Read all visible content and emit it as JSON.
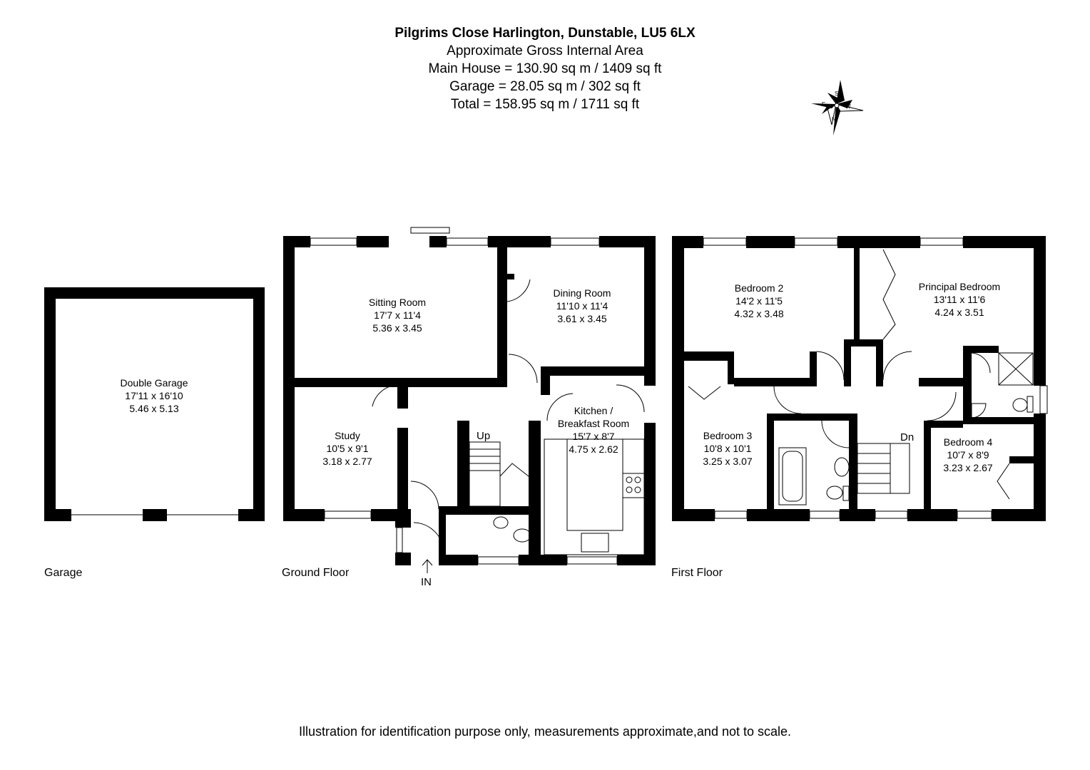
{
  "header": {
    "address": "Pilgrims Close Harlington, Dunstable, LU5 6LX",
    "subtitle": "Approximate Gross Internal Area",
    "main_house": "Main House = 130.90 sq m / 1409 sq ft",
    "garage": "Garage = 28.05 sq m / 302 sq ft",
    "total": "Total = 158.95 sq m / 1711 sq ft"
  },
  "compass": {
    "n": "N",
    "s": "S",
    "e": "E",
    "w": "W"
  },
  "floors": {
    "garage_label": "Garage",
    "ground_label": "Ground Floor",
    "first_label": "First Floor"
  },
  "rooms": {
    "double_garage": {
      "name": "Double Garage",
      "imperial": "17'11 x 16'10",
      "metric": "5.46 x 5.13"
    },
    "sitting_room": {
      "name": "Sitting Room",
      "imperial": "17'7 x 11'4",
      "metric": "5.36 x 3.45"
    },
    "dining_room": {
      "name": "Dining Room",
      "imperial": "11'10 x 11'4",
      "metric": "3.61 x 3.45"
    },
    "study": {
      "name": "Study",
      "imperial": "10'5 x 9'1",
      "metric": "3.18 x 2.77"
    },
    "kitchen": {
      "name": "Kitchen /",
      "name2": "Breakfast Room",
      "imperial": "15'7 x 8'7",
      "metric": "4.75 x 2.62"
    },
    "bedroom2": {
      "name": "Bedroom 2",
      "imperial": "14'2 x 11'5",
      "metric": "4.32 x 3.48"
    },
    "principal": {
      "name": "Principal Bedroom",
      "imperial": "13'11 x 11'6",
      "metric": "4.24 x 3.51"
    },
    "bedroom3": {
      "name": "Bedroom 3",
      "imperial": "10'8 x 10'1",
      "metric": "3.25 x 3.07"
    },
    "bedroom4": {
      "name": "Bedroom 4",
      "imperial": "10'7 x 8'9",
      "metric": "3.23 x 2.67"
    }
  },
  "labels": {
    "up": "Up",
    "dn": "Dn",
    "entrance": "IN"
  },
  "footer": "Illustration for identification purpose only, measurements approximate,and not to scale."
}
